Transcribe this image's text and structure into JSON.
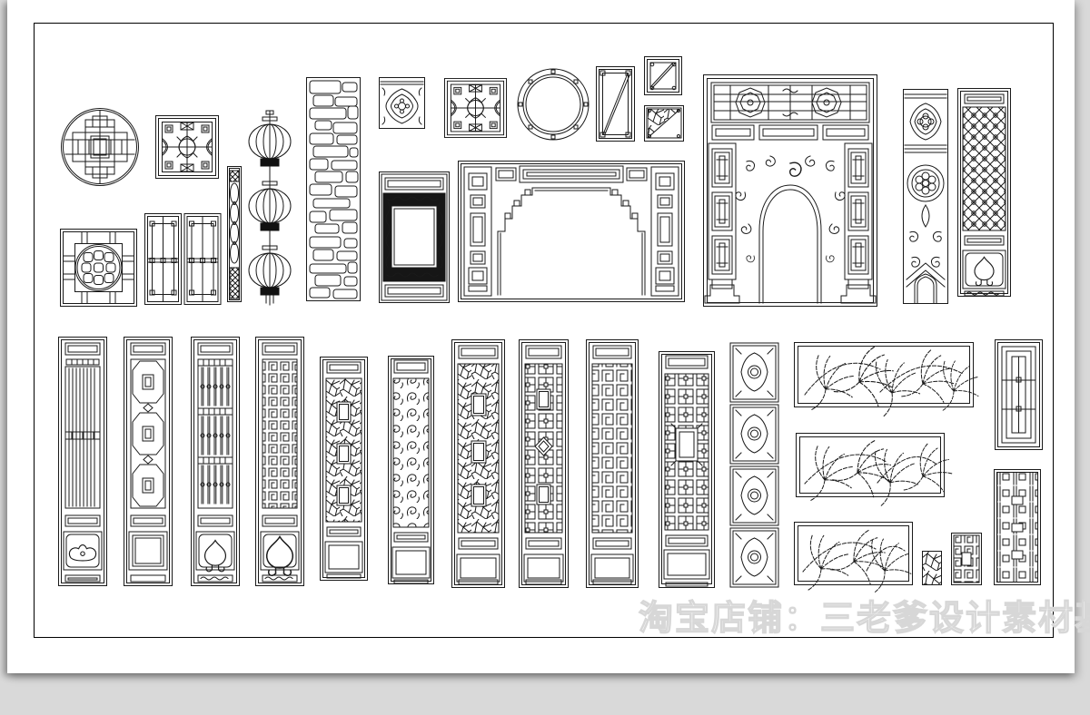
{
  "canvas": {
    "background_color": "#d9d9d9",
    "page_color": "#ffffff",
    "ink_color": "#1a1a1a",
    "border_color": "#000000"
  },
  "watermark": {
    "text": "淘宝店铺：三老爹设计素材基地"
  },
  "library": {
    "items": [
      {
        "id": "round-lattice-window",
        "label": "round lattice window"
      },
      {
        "id": "square-lattice-window-1",
        "label": "square lattice window"
      },
      {
        "id": "carved-strip",
        "label": "carved vertical strip"
      },
      {
        "id": "lantern-string",
        "label": "string of lanterns"
      },
      {
        "id": "stone-column",
        "label": "rubble stone column"
      },
      {
        "id": "cloth-motif-square",
        "label": "square cloud motif panel"
      },
      {
        "id": "square-lattice-window-2",
        "label": "square lattice window"
      },
      {
        "id": "round-ring-window",
        "label": "round ring window"
      },
      {
        "id": "door-with-diagonal",
        "label": "door leaf with diagonal brace"
      },
      {
        "id": "small-square-diagonal",
        "label": "small square block with diagonal"
      },
      {
        "id": "small-square-rockery",
        "label": "small square block with rockery"
      },
      {
        "id": "dark-carved-window",
        "label": "dark carved window"
      },
      {
        "id": "grand-archway",
        "label": "grand lattice archway"
      },
      {
        "id": "ornate-arch",
        "label": "ornate carved arch"
      },
      {
        "id": "carved-pillar",
        "label": "arabesque carved pillar"
      },
      {
        "id": "spade-lattice-panel",
        "label": "diamond lattice panel with spade"
      },
      {
        "id": "moon-square-window",
        "label": "square window with moon circle"
      },
      {
        "id": "double-casement-window",
        "label": "double casement window"
      },
      {
        "id": "louver-door-panel",
        "label": "louvered door panel"
      },
      {
        "id": "octagon-lattice-door",
        "label": "octagon lattice door panel"
      },
      {
        "id": "baluster-door",
        "label": "baluster door panel"
      },
      {
        "id": "scrollwork-door",
        "label": "scrollwork door panel"
      },
      {
        "id": "iceray-door-small",
        "label": "small ice-ray door panel"
      },
      {
        "id": "scroll-lattice-door",
        "label": "scroll lattice door panel"
      },
      {
        "id": "iceray-door",
        "label": "ice-ray door panel"
      },
      {
        "id": "square-lattice-door",
        "label": "square lattice door panel"
      },
      {
        "id": "meander-lattice-door",
        "label": "meander lattice door panel"
      },
      {
        "id": "medallion-lattice-door",
        "label": "medallion lattice door panel"
      },
      {
        "id": "quatrefoil-column",
        "label": "stacked quatrefoil column"
      },
      {
        "id": "leaf-panel-long",
        "label": "long carved leaf panel"
      },
      {
        "id": "leaf-panel-medium",
        "label": "medium carved leaf panel"
      },
      {
        "id": "leaf-panel-short",
        "label": "short carved leaf panel"
      },
      {
        "id": "crackle-chip",
        "label": "small crackle block"
      },
      {
        "id": "mini-lattice-chip",
        "label": "small lattice block"
      },
      {
        "id": "nested-bar-panel",
        "label": "nested bar lattice panel"
      },
      {
        "id": "basketweave-panel",
        "label": "basket weave lattice panel"
      }
    ]
  }
}
